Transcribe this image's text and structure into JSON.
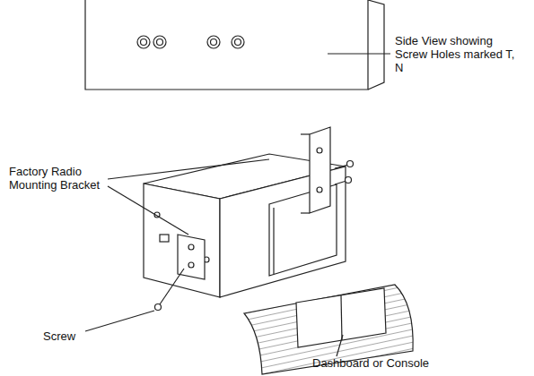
{
  "diagram": {
    "labels": [
      "Side View showing Screw Holes marked T, N",
      "Factory Radio Mounting Bracket",
      "Screw",
      "Dashboard or Console"
    ]
  }
}
